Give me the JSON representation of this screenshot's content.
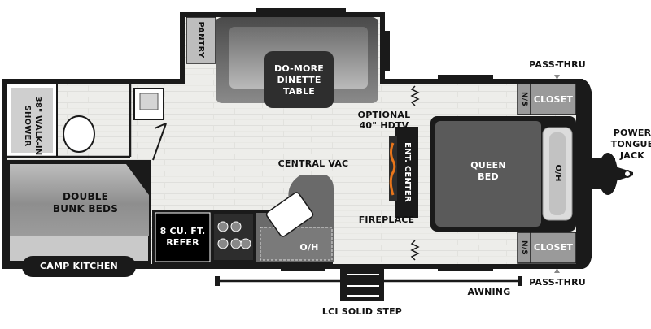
{
  "labels": {
    "pantry": "PANTRY",
    "dinette_line1": "DO-MORE",
    "dinette_line2": "DINETTE",
    "dinette_line3": "TABLE",
    "shower_line1": "38\" WALK-IN",
    "shower_line2": "SHOWER",
    "bunk_line1": "DOUBLE",
    "bunk_line2": "BUNK BEDS",
    "camp_kitchen": "CAMP KITCHEN",
    "refer_line1": "8 CU. FT.",
    "refer_line2": "REFER",
    "oh_sink": "O/H",
    "central_vac": "CENTRAL VAC",
    "hdtv_line1": "OPTIONAL",
    "hdtv_line2": "40\" HDTV",
    "ent_center": "ENT. CENTER",
    "fireplace": "FIREPLACE",
    "ns_top": "N/S",
    "closet_top": "CLOSET",
    "ns_bottom": "N/S",
    "closet_bottom": "CLOSET",
    "queen_line1": "QUEEN",
    "queen_line2": "BED",
    "oh_bed": "O/H",
    "pass_thru_top": "PASS-THRU",
    "pass_thru_bottom": "PASS-THRU",
    "tongue_line1": "POWER",
    "tongue_line2": "TONGUE",
    "tongue_line3": "JACK",
    "awning": "AWNING",
    "step": "LCI SOLID STEP"
  },
  "colors": {
    "wall": "#1a1a1a",
    "floor": "#eeeeea",
    "slideout_grey": "#8c8c8c",
    "bed_dark": "#5a5a5a",
    "closet_grey": "#9a9a9a",
    "refer_black": "#000000",
    "flame": "#e8751a"
  }
}
